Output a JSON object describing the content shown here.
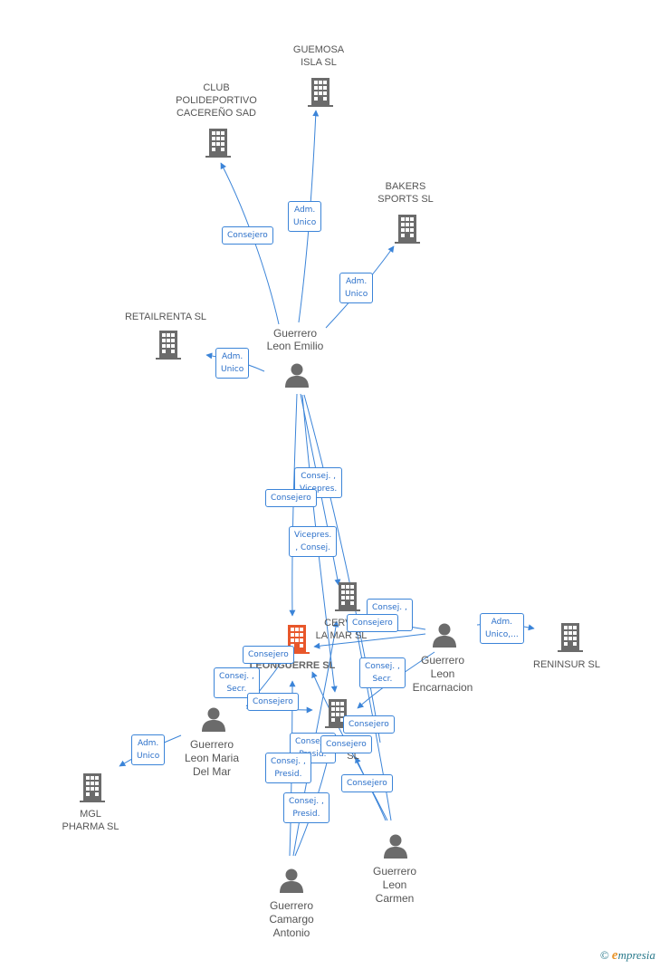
{
  "companies": [
    {
      "id": "guemosa",
      "label": "GUEMOSA\nISLA SL"
    },
    {
      "id": "club",
      "label": "CLUB\nPOLIDEPORTIVO\nCACEREÑO SAD"
    },
    {
      "id": "bakers",
      "label": "BAKERS\nSPORTS SL"
    },
    {
      "id": "retailrenta",
      "label": "RETAILRENTA SL"
    },
    {
      "id": "cerveceria",
      "label": "CERVE\nLA MAR SL"
    },
    {
      "id": "leonguerre",
      "label": "LEONGUERRE SL",
      "main": true
    },
    {
      "id": "reninsur",
      "label": "RENINSUR SL"
    },
    {
      "id": "company3",
      "label": "SL"
    },
    {
      "id": "mgl",
      "label": "MGL\nPHARMA SL"
    }
  ],
  "persons": [
    {
      "id": "emilio",
      "label": "Guerrero\nLeon Emilio"
    },
    {
      "id": "encarnacion",
      "label": "Guerrero\nLeon\nEncarnacion"
    },
    {
      "id": "mariamar",
      "label": "Guerrero\nLeon Maria\nDel Mar"
    },
    {
      "id": "carmen",
      "label": "Guerrero\nLeon\nCarmen"
    },
    {
      "id": "antonio",
      "label": "Guerrero\nCamargo\nAntonio"
    }
  ],
  "relations": [
    {
      "label": "Consejero"
    },
    {
      "label": "Adm.\nUnico"
    },
    {
      "label": "Adm.\nUnico"
    },
    {
      "label": "Adm.\nUnico"
    },
    {
      "label": "Consej. ,\nVicepres."
    },
    {
      "label": "Consejero"
    },
    {
      "label": "Vicepres.\n, Consej."
    },
    {
      "label": "Consej. ,"
    },
    {
      "label": "Consejero"
    },
    {
      "label": "Adm.\nUnico,..."
    },
    {
      "label": "Consejero"
    },
    {
      "label": "Consej. ,\nSecr."
    },
    {
      "label": "Consej. ,\nSecr."
    },
    {
      "label": "Consejero"
    },
    {
      "label": "Consejero"
    },
    {
      "label": "Adm.\nUnico"
    },
    {
      "label": "Consej. ,\nPresid."
    },
    {
      "label": "Consejero"
    },
    {
      "label": "Consej. ,\nPresid."
    },
    {
      "label": "Consej. ,\nPresid."
    },
    {
      "label": "Consejero"
    }
  ],
  "colors": {
    "edge": "#3b84d8",
    "company": "#6b6b6b",
    "main_company": "#e8572b",
    "person": "#6b6b6b",
    "rel_text": "#2a6fc9"
  },
  "watermark": {
    "copyright": "©",
    "brand_e": "e",
    "brand_rest": "mpresia"
  }
}
